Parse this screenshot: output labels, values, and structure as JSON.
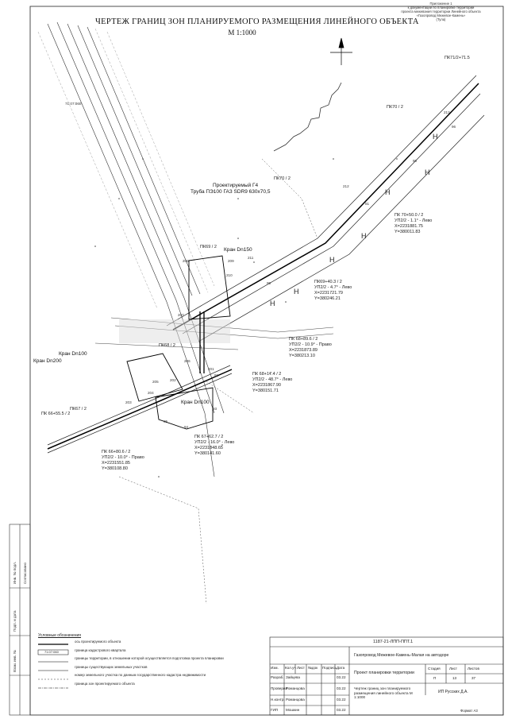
{
  "header": {
    "title": "ЧЕРТЕЖ ГРАНИЦ ЗОН ПЛАНИРУЕМОГО РАЗМЕЩЕНИЯ ЛИНЕЙНОГО ОБЪЕКТА",
    "scale": "М 1:1000",
    "appendix_lines": [
      "Приложение 1",
      "к документации по планировке территории",
      "проекта межевания территории Линейного объекта",
      "«Газопровод Межевое-Камень»",
      "(Тула)"
    ]
  },
  "map_labels": {
    "pk71": "ПК71/2+71.5",
    "pk70_2": "ПК70 / 2",
    "pk70_top": "ПК70 / 2",
    "pk70_50": "ПК 70+50.0 / 2",
    "ugp70": "УП2/2 - 1.1° - Лево",
    "x70": "X=2231881.75",
    "y70": "Y=380011.83",
    "proj_g4": "Проектируемый Г4",
    "pipe": "Труба ПЭ100 ГАЗ SDR9 630x70,5",
    "pk69_2": "ПК69 / 2",
    "kran150": "Кран Dn150",
    "pk69_40": "ПК69+40.3 / 2",
    "ugp69": "УП2/2 - 4.7° - Лево",
    "x69": "X=2231721.79",
    "y69": "Y=380246.21",
    "pk68_2": "ПК68 / 2",
    "pk68_89": "ПК 68+89.6 / 2",
    "ugp68": "УП2/2 - 10.9° - Право",
    "x68": "X=2231873.89",
    "y68": "Y=380213.10",
    "kran100": "Кран Dn100",
    "kran200": "Кран Dn200",
    "kran_dn100": "Кран Dn100",
    "pk68_17": "ПК 68+17.4 / 2",
    "ugp68b": "УП2/2 - 48.7° - Лево",
    "x68b": "X=2231867.90",
    "y68b": "Y=380151.71",
    "pk67_62": "ПК 67+62.7 / 2",
    "ugp67": "УП2/2 - 16.0° - Лево",
    "x67": "X=2231848.65",
    "y67": "Y=380141.60",
    "pk66_55": "ПК 66+55.5 / 2",
    "pk67_2": "ПК67 / 2",
    "pk66_80": "ПК 66+80.6 / 2",
    "ugp66": "УП2/2 - 10.0° - Право",
    "x66": "X=2231551.85",
    "y66": "Y=380108.80",
    "plot_no": "71:07:060",
    "n213": "213",
    "n212": "212",
    "n211": "211",
    "n210": "210",
    "n209": "209",
    "n208": "208",
    "n207": "207",
    "n206": "206",
    "n205": "205",
    "n204": "204",
    "n203": "203",
    "n202": "202",
    "n201": "201",
    "n92": "92",
    "n93": "93",
    "n94": "94",
    "n95": "95",
    "n96": "96",
    "n98": "98",
    "n99": "99",
    "n81": "81"
  },
  "legend": {
    "title": "Условные обозначения",
    "items": [
      {
        "text": "ось проектируемого объекта"
      },
      {
        "text": "граница кадастрового квартала",
        "code": "71:07:060"
      },
      {
        "text": "границы территории, в отношении которой осуществляется подготовка проекта планировки"
      },
      {
        "text": "границы существующих земельных участков"
      },
      {
        "text": "номер земельного участка по данным государственного кадастра недвижимости"
      },
      {
        "text": "граница зон проектируемого объекта"
      }
    ]
  },
  "title_block": {
    "doc_code": "1187-21-ЛПП-ППТ.1",
    "project": "Газопровод Межевое-Камень-Малая на автодоре",
    "section": "Проект планировки территории",
    "sheet_name": "Чертеж границ зон планируемого размещения линейного объекта М 1:1000",
    "col_headers": [
      "Изм.",
      "Кол.уч",
      "Лист",
      "№док",
      "Подпись",
      "Дата"
    ],
    "roles": [
      {
        "role": "Разраб.",
        "name": "Зайцева",
        "date": "03.22"
      },
      {
        "role": "Проверил",
        "name": "Романцова",
        "date": "03.22"
      },
      {
        "role": "Н.контр.",
        "name": "Романцова",
        "date": "03.22"
      },
      {
        "role": "ГИП",
        "name": "Мошкин",
        "date": "03.22"
      }
    ],
    "stage_label": "Стадия",
    "sheet_label": "Лист",
    "sheets_label": "Листов",
    "stage": "П",
    "sheet": "13",
    "sheets": "37",
    "org": "ИП Русских Д.А.",
    "format": "Формат А3"
  },
  "side_strip": {
    "left_label": "Согласовано",
    "inv": "Инв. № подл.",
    "sign": "Подп. и дата",
    "vzam": "Взам. инв. №"
  }
}
